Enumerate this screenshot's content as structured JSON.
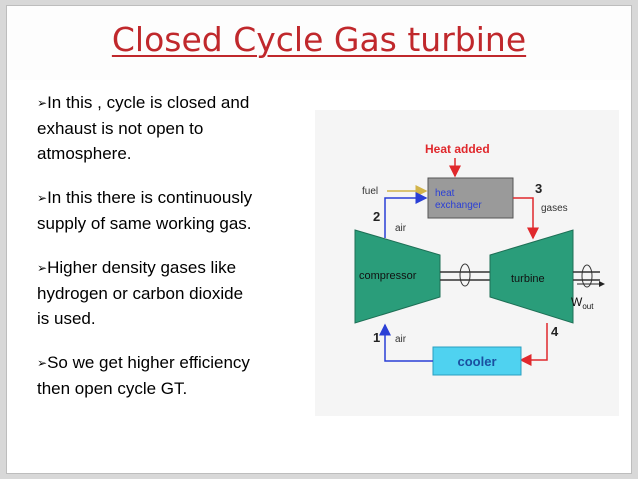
{
  "slide": {
    "title": "Closed Cycle Gas turbine",
    "bullets": [
      {
        "lines": [
          "In this , cycle is closed and",
          "exhaust is not open to",
          "atmosphere."
        ]
      },
      {
        "lines": [
          "In this there is continuously",
          "supply of same working gas."
        ]
      },
      {
        "lines": [
          "Higher density gases like",
          "hydrogen or carbon dioxide",
          "is used."
        ]
      },
      {
        "lines": [
          "So we get higher efficiency",
          "then open cycle GT."
        ]
      }
    ]
  },
  "diagram": {
    "heat_added": "Heat added",
    "fuel": "fuel",
    "heat_exchanger_line1": "heat",
    "heat_exchanger_line2": "exchanger",
    "gases": "gases",
    "air_top": "air",
    "air_bottom": "air",
    "compressor": "compressor",
    "turbine": "turbine",
    "cooler": "cooler",
    "w_out": "W",
    "w_out_sub": "out",
    "state_1": "1",
    "state_2": "2",
    "state_3": "3",
    "state_4": "4",
    "colors": {
      "title": "#c0282c",
      "hot_flow": "#e0282c",
      "cold_flow": "#2a3fd6",
      "machine": "#2a9d7a",
      "exchanger": "#9a9a9a",
      "cooler": "#4fd2f0"
    }
  }
}
